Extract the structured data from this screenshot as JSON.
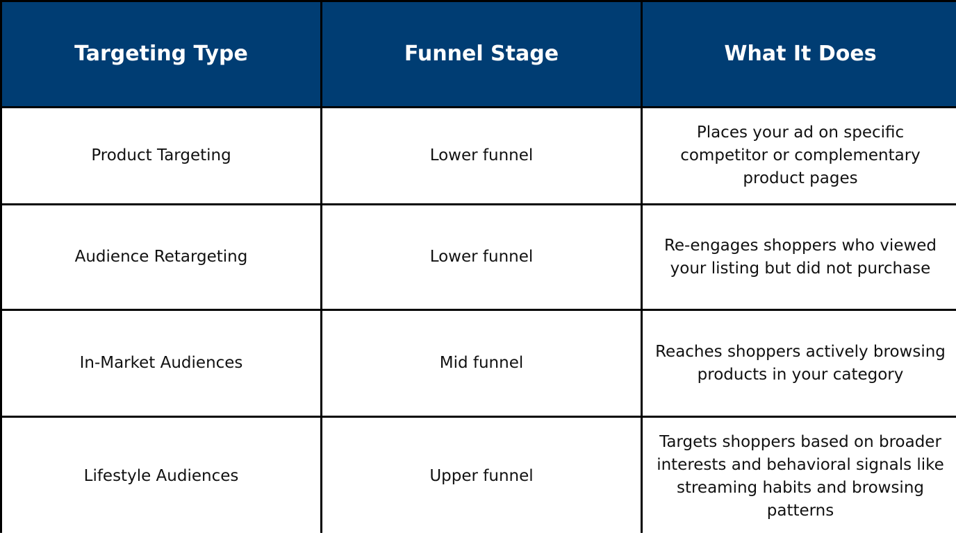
{
  "table": {
    "header_color": "#003d73",
    "columns": [
      "Targeting Type",
      "Funnel Stage",
      "What It Does"
    ],
    "rows": [
      [
        "Product Targeting",
        "Lower funnel",
        "Places your ad on specific competitor or complementary product pages"
      ],
      [
        "Audience Retargeting",
        "Lower funnel",
        "Re-engages shoppers who viewed your listing but did not purchase"
      ],
      [
        "In-Market Audiences",
        "Mid funnel",
        "Reaches shoppers actively browsing products in your category"
      ],
      [
        "Lifestyle Audiences",
        "Upper funnel",
        "Targets shoppers based on broader interests and behavioral signals like streaming habits and browsing patterns"
      ]
    ]
  }
}
